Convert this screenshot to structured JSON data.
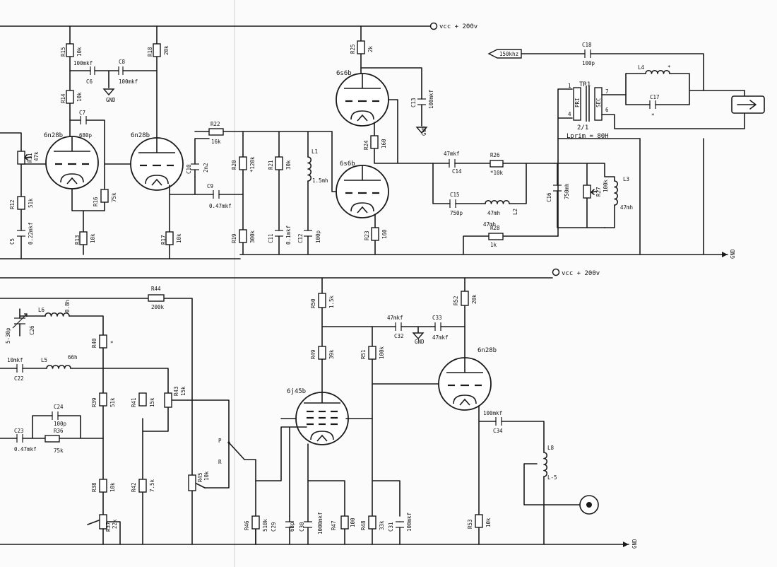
{
  "top": {
    "vcc": "vcc + 200v",
    "tubes": {
      "v1": "6n28b",
      "v2": "6n28b",
      "v3": "6s6b",
      "v4": "6s6b"
    },
    "input": "150khz",
    "gnd": "GND",
    "tr": {
      "name": "TR1",
      "pri": "PRI",
      "sec": "SEC",
      "ratio": "2/1",
      "lprim": "Lprim = 80H",
      "p1": "1",
      "p4": "4",
      "p7": "7",
      "p6": "6"
    },
    "c": {
      "c5n": "C5",
      "c5v": "0.22mkf",
      "c6n": "C6",
      "c6v": "100mkf",
      "c7n": "C7",
      "c7v": "680p",
      "c8n": "C8",
      "c8v": "100mkf",
      "c9n": "C9",
      "c9v": "0.47mkf",
      "c10n": "C10",
      "c10v": "2n2",
      "c11n": "C11",
      "c11v": "0.1mkf",
      "c12n": "C12",
      "c12v": "100p",
      "c13n": "C13",
      "c13v": "100mkf",
      "c14n": "C14",
      "c14v": "47mkf",
      "c15n": "C15",
      "c15v": "750p",
      "c16n": "C16",
      "c16v": "750mh",
      "c17n": "C17",
      "c17v": "*",
      "c18n": "C18",
      "c18v": "100p"
    },
    "r": {
      "r11n": "R11",
      "r11v": "47k",
      "r12n": "R12",
      "r12v": "51k",
      "r13n": "R13",
      "r13v": "10k",
      "r14n": "R14",
      "r14v": "10k",
      "r15n": "R15",
      "r15v": "10k",
      "r16n": "R16",
      "r16v": "75k",
      "r17n": "R17",
      "r17v": "10k",
      "r18n": "R18",
      "r18v": "20k",
      "r19n": "R19",
      "r19v": "300k",
      "r20n": "R20",
      "r20v": "*120k",
      "r21n": "R21",
      "r21v": "30k",
      "r22n": "R22",
      "r22v": "16k",
      "r23n": "R23",
      "r23v": "160",
      "r24n": "R24",
      "r24v": "160",
      "r25n": "R25",
      "r25v": "2k",
      "r26n": "R26",
      "r26v": "*10k",
      "r27n": "R27",
      "r27v": "100k",
      "r28n": "R28",
      "r28v": "1k"
    },
    "l": {
      "l1n": "L1",
      "l1v": "1.5mh",
      "l2n": "L2",
      "l2v": "47mh",
      "l3n": "L3",
      "l3v": "47mh",
      "l4n": "L4",
      "l4v": "*"
    }
  },
  "bottom": {
    "vcc": "vcc + 200v",
    "gnd": "GND",
    "tubes": {
      "v5": "6j45b",
      "v6": "6n28b"
    },
    "sw": {
      "p": "P",
      "r": "R"
    },
    "c": {
      "c22n": "C22",
      "c22v": "10mkf",
      "c23n": "C23",
      "c23v": "0.47mkf",
      "c24n": "C24",
      "c24v": "100p",
      "c26n": "C26",
      "c26v": "5-30p",
      "c29n": "C29",
      "c29v": "68p",
      "c30n": "C30",
      "c30v": "1000mkf",
      "c31n": "C31",
      "c31v": "100mkf",
      "c32n": "C32",
      "c32v": "47mkf",
      "c33n": "C33",
      "c33v": "47mkf",
      "c34n": "C34",
      "c34v": "100mkf"
    },
    "r": {
      "r36n": "R36",
      "r36v": "75k",
      "r37n": "R37",
      "r37v": "22k",
      "r38n": "R38",
      "r38v": "10k",
      "r39n": "R39",
      "r39v": "51k",
      "r40n": "R40",
      "r40v": "*",
      "r41n": "R41",
      "r41v": "15k",
      "r42n": "R42",
      "r42v": "7.5k",
      "r43n": "R43",
      "r43v": "15k",
      "r44n": "R44",
      "r44v": "200k",
      "r45n": "R45",
      "r45v": "10k",
      "r46n": "R46",
      "r46v": "510k",
      "r47n": "R47",
      "r47v": "100",
      "r48n": "R48",
      "r48v": "33k",
      "r49n": "R49",
      "r49v": "39k",
      "r50n": "R50",
      "r50v": "1.5k",
      "r51n": "R51",
      "r51v": "100k",
      "r52n": "R52",
      "r52v": "20k",
      "r53n": "R53",
      "r53v": "10k"
    },
    "l": {
      "l5n": "L5",
      "l5v": "66h",
      "l6n": "L6",
      "l6v": "0.8h",
      "l8n": "L8",
      "l8v": "L-5"
    }
  }
}
